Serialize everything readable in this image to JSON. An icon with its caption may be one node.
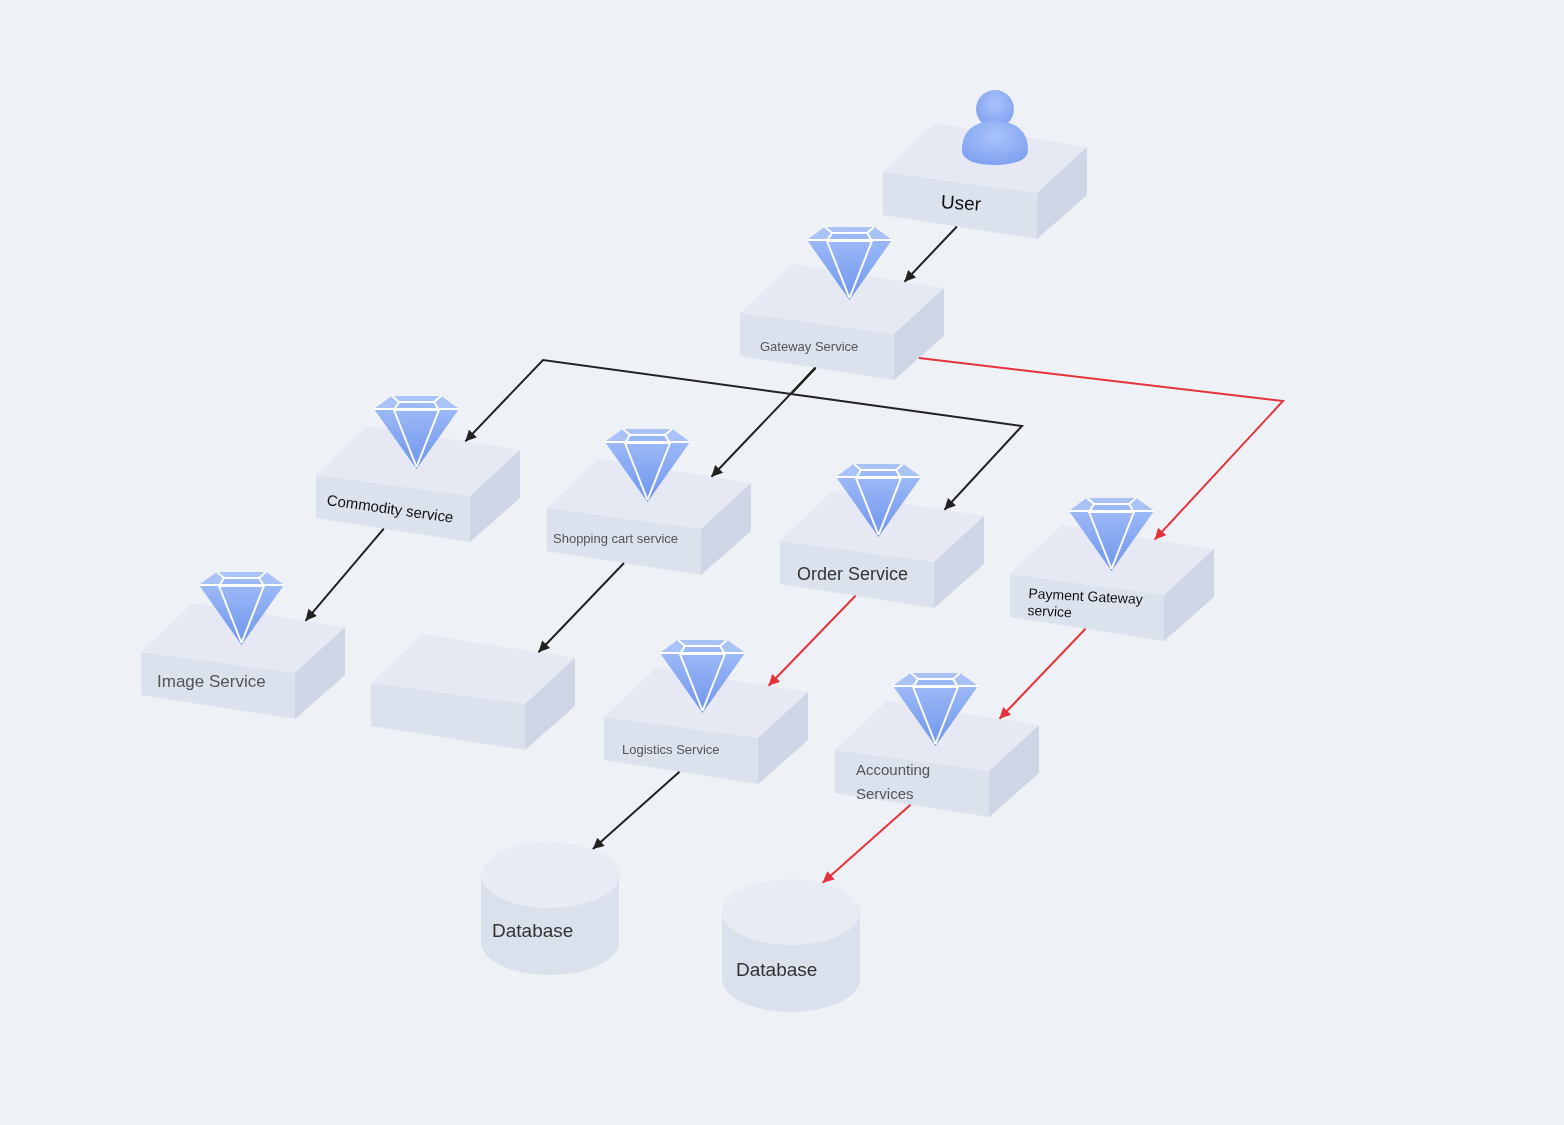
{
  "diagram": {
    "nodes": [
      {
        "text": [
          "User"
        ]
      },
      {
        "text": [
          "Gateway Service"
        ]
      },
      {
        "text": [
          "Commodity service"
        ]
      },
      {
        "text": [
          "Shopping cart service"
        ]
      },
      {
        "text": [
          "Order Service"
        ]
      },
      {
        "text": [
          "Payment Gateway service"
        ]
      },
      {
        "text": [
          "Image Service"
        ]
      },
      {
        "text": [],
        "shape": "box"
      },
      {
        "text": [
          "Logistics Service"
        ]
      },
      {
        "text": [
          "Accounting Services"
        ]
      },
      {
        "text": [
          "Database"
        ]
      },
      {
        "text": [
          "Database"
        ]
      }
    ],
    "edges": [
      {
        "from": 0,
        "to": 1,
        "arrow": "to"
      },
      {
        "from": 1,
        "to": 2,
        "arrow": "to"
      },
      {
        "from": 1,
        "to": 3,
        "arrow": "to"
      },
      {
        "from": 1,
        "to": 4,
        "arrow": "to"
      },
      {
        "from": 1,
        "to": 5,
        "arrow": "to",
        "color": "#e5333b"
      },
      {
        "from": 2,
        "to": 6,
        "arrow": "to"
      },
      {
        "from": 3,
        "to": 7,
        "arrow": "to"
      },
      {
        "from": 4,
        "to": 8,
        "arrow": "to",
        "color": "#e5333b"
      },
      {
        "from": 5,
        "to": 9,
        "arrow": "to",
        "color": "#e5333b"
      },
      {
        "from": 8,
        "to": 10,
        "arrow": "to"
      },
      {
        "from": 9,
        "to": 11,
        "arrow": "to",
        "color": "#e5333b"
      }
    ]
  }
}
